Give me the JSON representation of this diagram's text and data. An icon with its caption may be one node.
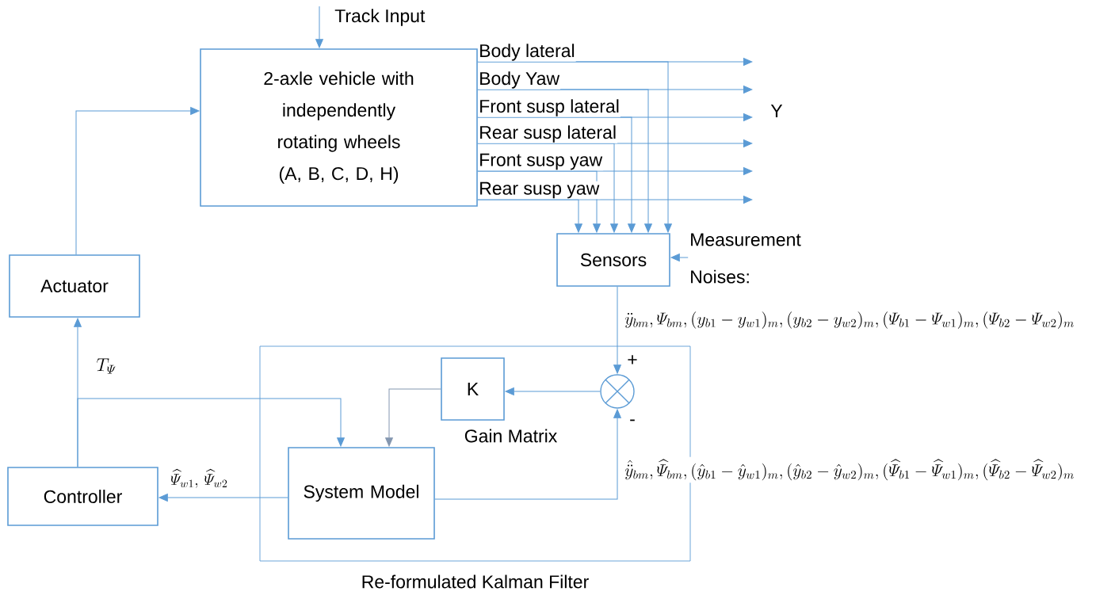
{
  "diagram": {
    "nodes": [
      {
        "text": [
          "2-axle vehicle with independently rotating wheels (A, B, C, D, H)"
        ]
      },
      {
        "text": [
          "Actuator"
        ]
      },
      {
        "text": [
          "Controller"
        ]
      },
      {
        "text": [
          "Sensors"
        ]
      },
      {
        "text": [
          "Re-formulated Kalman Filter"
        ]
      },
      {
        "text": [
          "K"
        ],
        "beside": [
          "Gain Matrix"
        ],
        "in": 4
      },
      {
        "text": [
          "System Model"
        ],
        "in": 4
      },
      {
        "text": [],
        "shape": "circle",
        "in": 4
      }
    ],
    "edges": [
      {
        "from": null,
        "to": 0,
        "arrow": "to",
        "label": "Track Input"
      },
      {
        "from": 1,
        "to": 0,
        "arrow": "to"
      },
      {
        "from": 2,
        "to": 1,
        "arrow": "to",
        "label": "T_{\\varPsi}"
      },
      {
        "from": 2,
        "to": 6,
        "arrow": "to"
      },
      {
        "from": 6,
        "to": 2,
        "arrow": "to",
        "label": "\\widehat{\\varPsi}_{w1},\\, \\widehat{\\varPsi}_{w2}"
      },
      {
        "from": 5,
        "to": 6,
        "arrow": "to",
        "color": "#8497b0"
      },
      {
        "from": 7,
        "to": 5,
        "arrow": "to"
      },
      {
        "from": 3,
        "to": 7,
        "arrow": "to",
        "label": "\\ddot{y}_{bm}, \\varPsi_{bm}, (y_{b1}-y_{w1})_m, (y_{b2}-y_{w2})_m, (\\varPsi_{b1}-\\varPsi_{w1})_m, (\\varPsi_{b2}-\\varPsi_{w2})_m"
      },
      {
        "from": 6,
        "to": 7,
        "arrow": "to",
        "label": "\\hat{\\ddot{y}}_{bm}, \\widehat{\\varPsi}_{bm}, (\\hat{y}_{b1}-\\hat{y}_{w1})_m, (\\hat{y}_{b2}-\\hat{y}_{w2})_m, (\\widehat{\\varPsi}_{b1}-\\widehat{\\varPsi}_{w1})_m, (\\widehat{\\varPsi}_{b2}-\\widehat{\\varPsi}_{w2})_m"
      },
      {
        "from": null,
        "to": 3,
        "arrow": "to",
        "label": "Measurement Noises:"
      },
      {
        "from": 0,
        "to": null,
        "arrow": "to",
        "label": "Body lateral"
      },
      {
        "from": 0,
        "to": null,
        "arrow": "to",
        "label": "Body Yaw"
      },
      {
        "from": 0,
        "to": null,
        "arrow": "to",
        "label": "Front susp lateral"
      },
      {
        "from": 0,
        "to": null,
        "arrow": "to",
        "label": "Rear susp lateral"
      },
      {
        "from": 0,
        "to": null,
        "arrow": "to",
        "label": "Front susp yaw"
      },
      {
        "from": 0,
        "to": null,
        "arrow": "to",
        "label": "Rear susp yaw"
      },
      {
        "from": 0,
        "to": 3,
        "arrow": "to"
      },
      {
        "from": 0,
        "to": 3,
        "arrow": "to"
      },
      {
        "from": 0,
        "to": 3,
        "arrow": "to"
      },
      {
        "from": 0,
        "to": 3,
        "arrow": "to"
      },
      {
        "from": 0,
        "to": 3,
        "arrow": "to"
      },
      {
        "from": 0,
        "to": 3,
        "arrow": "to"
      }
    ],
    "labels": [
      "Y",
      "+",
      "-"
    ]
  }
}
